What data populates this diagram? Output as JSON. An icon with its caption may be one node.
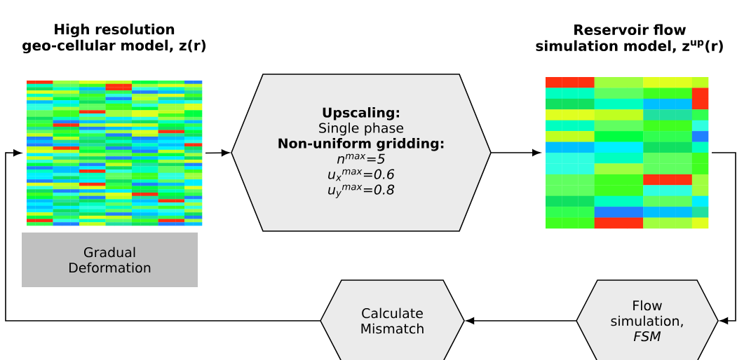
{
  "diagram": {
    "nodes": [
      {
        "text": [
          "High resolution geo-cellular model, z(r)"
        ]
      },
      {
        "text": [
          "Gradual Deformation"
        ]
      },
      {
        "text": [
          "Upscaling:",
          "Single phase",
          "Non-uniform gridding:",
          "n$^{max}$=5",
          "u$_{x}$$^{max}$=0.6",
          "u$_{y}$$^{max}$=0.8"
        ]
      },
      {
        "text": [
          "Reservoir flow simulation model, z$^{up}$(r)"
        ]
      },
      {
        "text": [
          "Flow simulation, *FSM*"
        ]
      },
      {
        "text": [
          "Calculate Mismatch"
        ]
      }
    ],
    "edges": [
      {
        "from": 0,
        "to": 2,
        "arrow": "to"
      },
      {
        "from": 2,
        "to": 3,
        "arrow": "to"
      },
      {
        "from": 3,
        "to": 4,
        "arrow": "to"
      },
      {
        "from": 4,
        "to": 5,
        "arrow": "to"
      },
      {
        "from": 5,
        "to": 0,
        "arrow": "to"
      }
    ]
  }
}
